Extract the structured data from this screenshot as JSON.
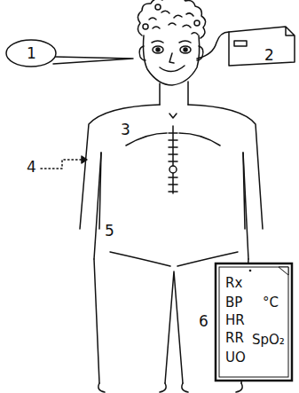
{
  "diagram": {
    "nodes": [
      {
        "text": [
          "1"
        ]
      },
      {
        "text": [
          "Rx",
          "BP",
          "°C",
          "HR",
          "RR",
          "SpO₂",
          "UO"
        ]
      }
    ],
    "labels": [
      "2",
      "3",
      "4",
      "5",
      "6"
    ]
  }
}
